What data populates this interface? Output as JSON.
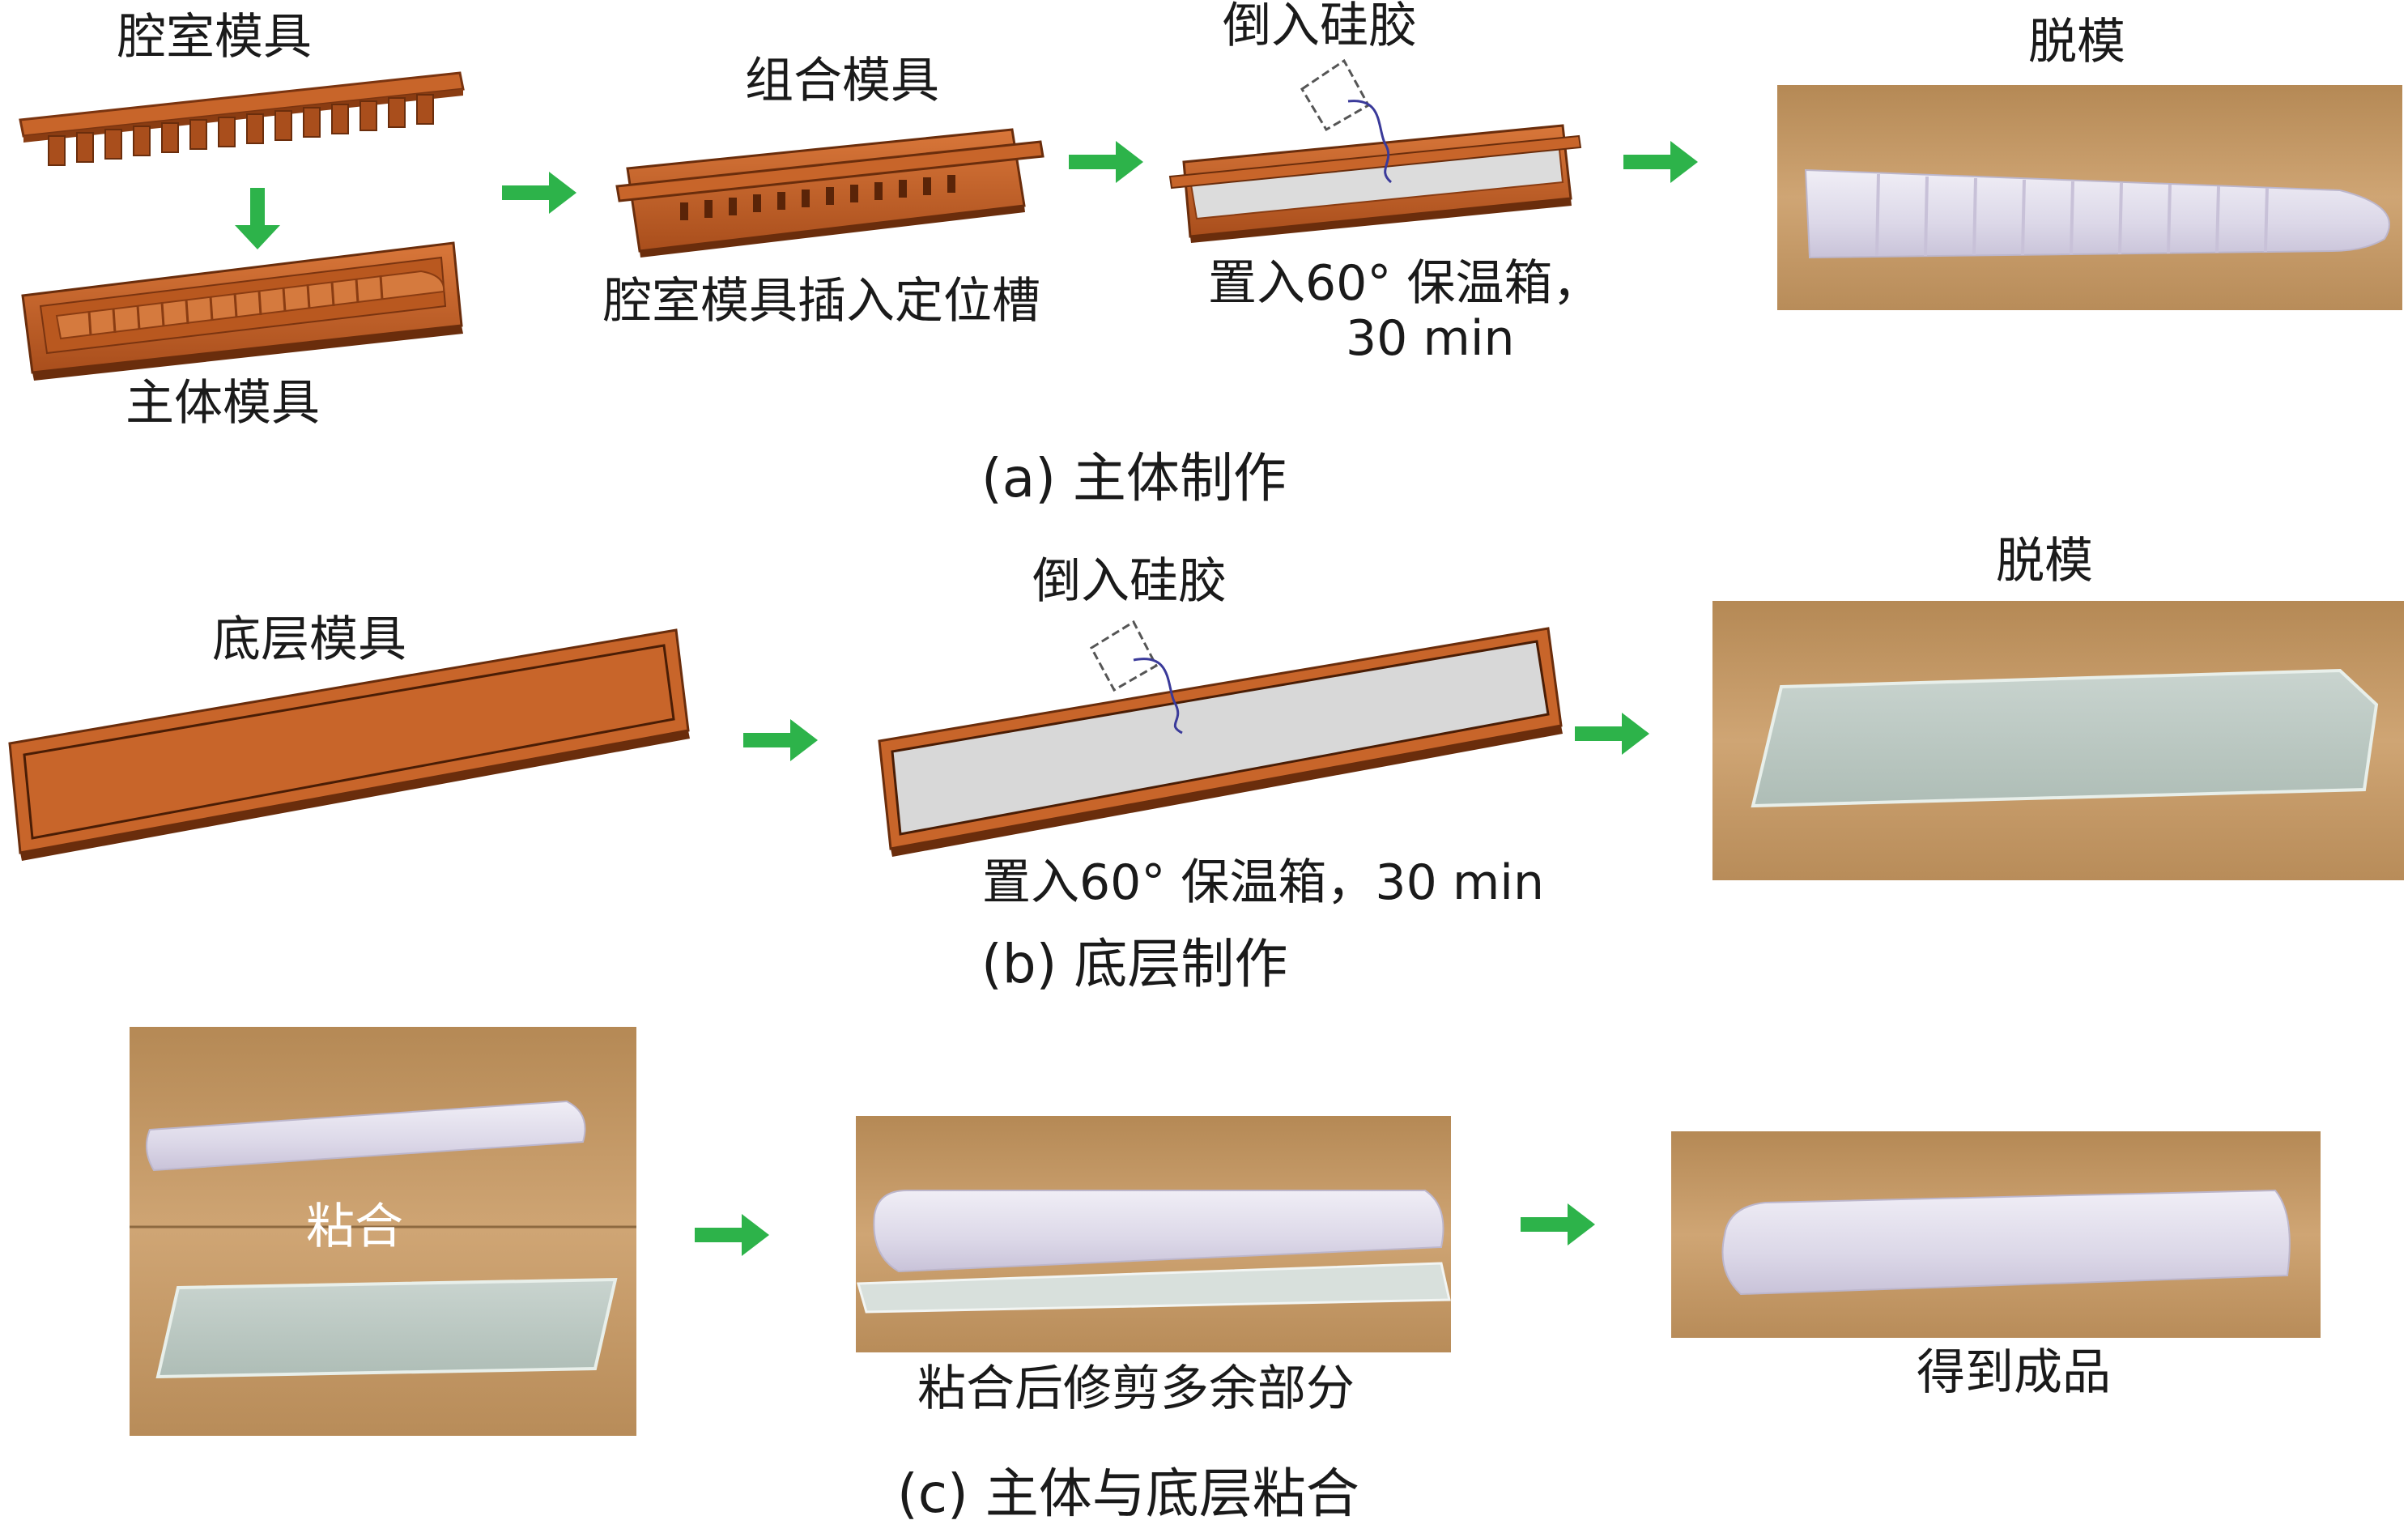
{
  "colors": {
    "mold_orange": "#c8652a",
    "mold_dark": "#8a3c12",
    "arrow_green": "#2db34a",
    "silicone": "#e6e3ee",
    "wood": "#c49a66"
  },
  "panel_a": {
    "caption": "(a)  主体制作",
    "cavity_mold_label": "腔室模具",
    "main_mold_label": "主体模具",
    "combine_label": "组合模具",
    "combine_note": "腔室模具插入定位槽",
    "pour_label": "倒入硅胶",
    "oven_note_line1": "置入60°  保温箱，",
    "oven_note_line2": "30 min",
    "demold_label": "脱模"
  },
  "panel_b": {
    "caption": "(b)  底层制作",
    "base_mold_label": "底层模具",
    "pour_label": "倒入硅胶",
    "oven_note": "置入60°  保温箱，30 min",
    "demold_label": "脱模"
  },
  "panel_c": {
    "caption": "(c) 主体与底层粘合",
    "bond_label": "粘合",
    "trim_note": "粘合后修剪多余部分",
    "final_label": "得到成品"
  }
}
